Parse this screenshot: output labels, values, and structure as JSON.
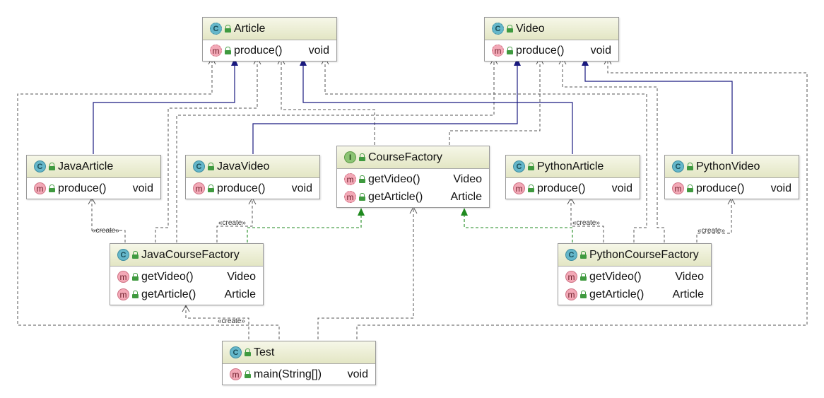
{
  "classes": {
    "article": {
      "name": "Article",
      "kind": "C",
      "methods": [
        {
          "name": "produce()",
          "type": "void"
        }
      ]
    },
    "video": {
      "name": "Video",
      "kind": "C",
      "methods": [
        {
          "name": "produce()",
          "type": "void"
        }
      ]
    },
    "java_article": {
      "name": "JavaArticle",
      "kind": "C",
      "methods": [
        {
          "name": "produce()",
          "type": "void"
        }
      ]
    },
    "java_video": {
      "name": "JavaVideo",
      "kind": "C",
      "methods": [
        {
          "name": "produce()",
          "type": "void"
        }
      ]
    },
    "course_factory": {
      "name": "CourseFactory",
      "kind": "I",
      "methods": [
        {
          "name": "getVideo()",
          "type": "Video"
        },
        {
          "name": "getArticle()",
          "type": "Article"
        }
      ]
    },
    "python_article": {
      "name": "PythonArticle",
      "kind": "C",
      "methods": [
        {
          "name": "produce()",
          "type": "void"
        }
      ]
    },
    "python_video": {
      "name": "PythonVideo",
      "kind": "C",
      "methods": [
        {
          "name": "produce()",
          "type": "void"
        }
      ]
    },
    "java_course_factory": {
      "name": "JavaCourseFactory",
      "kind": "C",
      "methods": [
        {
          "name": "getVideo()",
          "type": "Video"
        },
        {
          "name": "getArticle()",
          "type": "Article"
        }
      ]
    },
    "python_course_factory": {
      "name": "PythonCourseFactory",
      "kind": "C",
      "methods": [
        {
          "name": "getVideo()",
          "type": "Video"
        },
        {
          "name": "getArticle()",
          "type": "Article"
        }
      ]
    },
    "test": {
      "name": "Test",
      "kind": "C",
      "methods": [
        {
          "name": "main(String[])",
          "type": "void"
        }
      ]
    }
  },
  "edge_label": "«create»",
  "icons": {
    "class": "C",
    "interface": "I",
    "method": "m",
    "class_icon": "class-c-icon",
    "interface_icon": "interface-i-icon",
    "method_icon": "method-m-icon",
    "visibility_icon": "public-lock-icon"
  },
  "colors": {
    "extends": "#1a1a80",
    "implements": "#1f8a1f",
    "dependency": "#555555",
    "header": "#e3e6c4"
  }
}
